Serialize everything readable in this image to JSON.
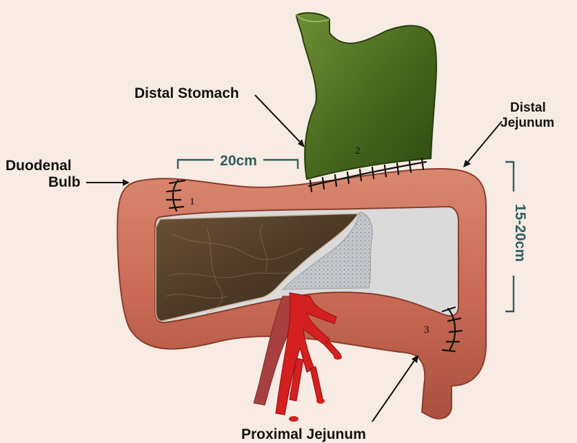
{
  "labels": {
    "duodenal_bulb_line1": "Duodenal",
    "duodenal_bulb_line2": "Bulb",
    "distal_stomach": "Distal Stomach",
    "distal_jejunum_line1": "Distal",
    "distal_jejunum_line2": "Jejunum",
    "proximal_jejunum": "Proximal Jejunum",
    "dim_horizontal": "20cm",
    "dim_vertical": "15-20cm"
  },
  "anastomoses": [
    "1",
    "2",
    "3"
  ],
  "colors": {
    "background": "#f8ebe3",
    "bowel": "#c96a55",
    "bowel_dark": "#9c4636",
    "stomach": "#4a6b1f",
    "stomach_dark": "#2c4a10",
    "liver": "#5a4530",
    "pancreas": "#b9bcc0",
    "lumen": "#dadada",
    "artery": "#d42020",
    "vein": "#a84040",
    "dimension": "#2f5d5d"
  }
}
